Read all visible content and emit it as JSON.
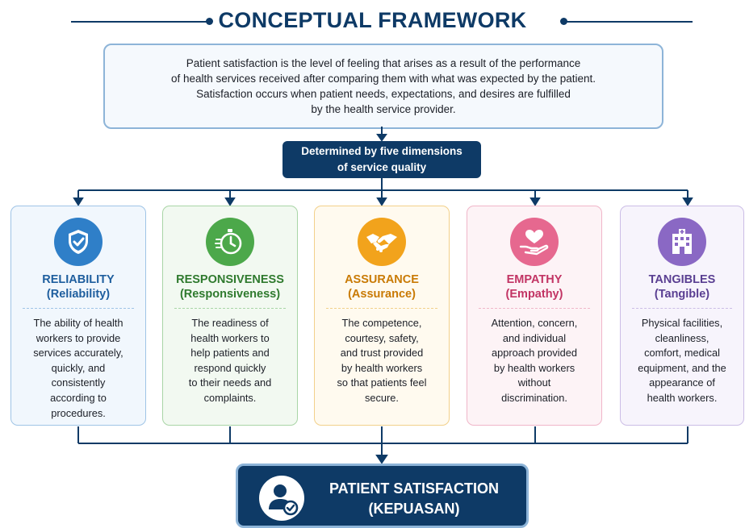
{
  "title": "CONCEPTUAL FRAMEWORK",
  "definition": {
    "lines": [
      "Patient satisfaction is the level of feeling that arises as a result of the performance",
      "of health services received after comparing them with what was expected by the patient.",
      "Satisfaction occurs when patient needs, expectations, and desires are fulfilled",
      "by the health service provider."
    ]
  },
  "dimensions_label": {
    "lines": [
      "Determined by five dimensions",
      "of service quality"
    ]
  },
  "colors": {
    "navy": "#0e3a66",
    "border_light": "#8db4d8"
  },
  "cards": [
    {
      "title": "RELIABILITY",
      "subtitle": "(Reliability)",
      "icon": "shield-check-icon",
      "color": "#1e5e9e",
      "icon_bg": "#2f7fc8",
      "border": "#9fc4e6",
      "bg": "#f1f7fd",
      "desc": [
        "The ability of health",
        "workers to provide",
        "services accurately,",
        "quickly, and",
        "consistently",
        "according to",
        "procedures."
      ]
    },
    {
      "title": "RESPONSIVENESS",
      "subtitle": "(Responsiveness)",
      "icon": "stopwatch-icon",
      "color": "#2f7a2e",
      "icon_bg": "#4ca84a",
      "border": "#a9d5a6",
      "bg": "#f2f9f1",
      "desc": [
        "The readiness of",
        "health workers to",
        "help patients and",
        "respond quickly",
        "to their needs and",
        "complaints."
      ]
    },
    {
      "title": "ASSURANCE",
      "subtitle": "(Assurance)",
      "icon": "handshake-icon",
      "color": "#c97a05",
      "icon_bg": "#f2a31c",
      "border": "#f2d08a",
      "bg": "#fffaef",
      "desc": [
        "The competence,",
        "courtesy, safety,",
        "and trust provided",
        "by health workers",
        "so that patients feel",
        "secure."
      ]
    },
    {
      "title": "EMPATHY",
      "subtitle": "(Empathy)",
      "icon": "heart-hand-icon",
      "color": "#c23464",
      "icon_bg": "#e6688f",
      "border": "#f0b6c9",
      "bg": "#fdf3f6",
      "desc": [
        "Attention, concern,",
        "and individual",
        "approach provided",
        "by health workers",
        "without",
        "discrimination."
      ]
    },
    {
      "title": "TANGIBLES",
      "subtitle": "(Tangible)",
      "icon": "hospital-building-icon",
      "color": "#5a3f92",
      "icon_bg": "#8a68c4",
      "border": "#cbbde6",
      "bg": "#f7f4fc",
      "desc": [
        "Physical facilities,",
        "cleanliness,",
        "comfort, medical",
        "equipment, and the",
        "appearance of",
        "health workers."
      ]
    }
  ],
  "result": {
    "line1": "PATIENT SATISFACTION",
    "line2": "(KEPUASAN)",
    "icon": "satisfied-user-icon"
  }
}
